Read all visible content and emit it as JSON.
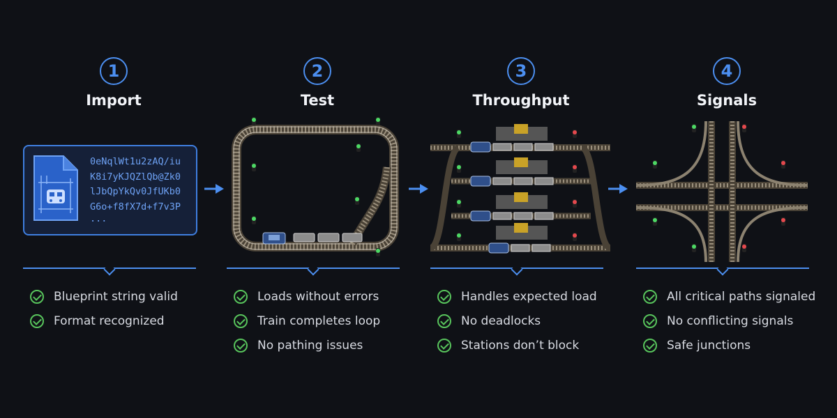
{
  "steps": [
    {
      "number": "1",
      "title": "Import",
      "code_lines": [
        "0eNqlWt1u2zAQ/iu",
        "K8i7yKJQZlQb@Zk0",
        "lJbQpYkQv0JfUKb0",
        "G6o+f8fX7d+f7v3P",
        "..."
      ],
      "checks": [
        "Blueprint string valid",
        "Format recognized"
      ],
      "icon": "blueprint-file-icon"
    },
    {
      "number": "2",
      "title": "Test",
      "checks": [
        "Loads without errors",
        "Train completes loop",
        "No pathing issues"
      ],
      "icon": "rail-loop-icon"
    },
    {
      "number": "3",
      "title": "Throughput",
      "checks": [
        "Handles expected load",
        "No deadlocks",
        "Stations don’t block"
      ],
      "icon": "train-stations-icon"
    },
    {
      "number": "4",
      "title": "Signals",
      "checks": [
        "All critical paths signaled",
        "No conflicting signals",
        "Safe junctions"
      ],
      "icon": "rail-junction-icon"
    }
  ],
  "colors": {
    "background": "#0f1116",
    "accent": "#4c8ff0",
    "check": "#58c45c",
    "signal_green": "#4cd964",
    "signal_red": "#e5484d"
  }
}
